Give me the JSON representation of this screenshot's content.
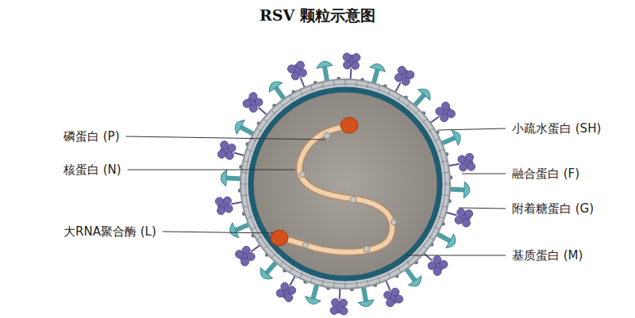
{
  "diagram": {
    "title": "RSV 颗粒示意图",
    "labels": [
      "磷蛋白 (P)",
      "核蛋白 (N)",
      "大RNA聚合酶 (L)",
      "小疏水蛋白 (SH)",
      "融合蛋白 (F)",
      "附着糖蛋白 (G)",
      "基质蛋白 (M)"
    ]
  }
}
